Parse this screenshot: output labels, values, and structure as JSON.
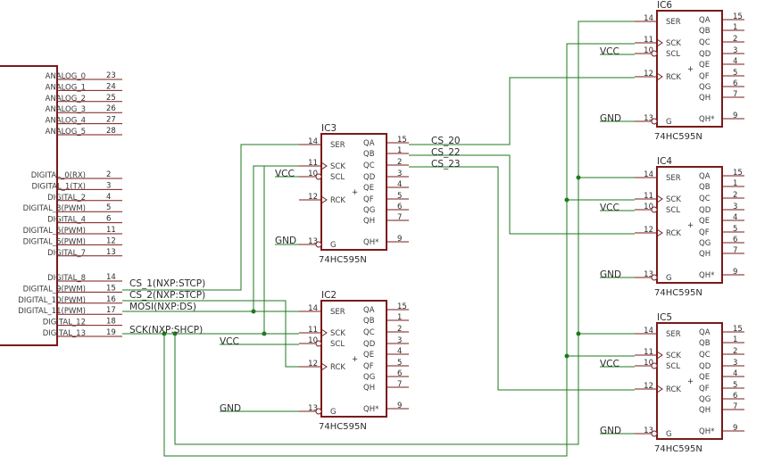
{
  "arduino": {
    "analog_pins": [
      {
        "name": "ANALOG_0",
        "num": "23"
      },
      {
        "name": "ANALOG_1",
        "num": "24"
      },
      {
        "name": "ANALOG_2",
        "num": "25"
      },
      {
        "name": "ANALOG_3",
        "num": "26"
      },
      {
        "name": "ANALOG_4",
        "num": "27"
      },
      {
        "name": "ANALOG_5",
        "num": "28"
      }
    ],
    "digital_pins": [
      {
        "name": "DIGITAL_0(RX)",
        "num": "2"
      },
      {
        "name": "DIGITAL_1(TX)",
        "num": "3"
      },
      {
        "name": "DIGITAL_2",
        "num": "4"
      },
      {
        "name": "DIGITAL_3(PWM)",
        "num": "5"
      },
      {
        "name": "DIGITAL_4",
        "num": "6"
      },
      {
        "name": "DIGITAL_5(PWM)",
        "num": "11"
      },
      {
        "name": "DIGITAL_6(PWM)",
        "num": "12"
      },
      {
        "name": "DIGITAL_7",
        "num": "13"
      }
    ],
    "spi_pins": [
      {
        "name": "DIGITAL_8",
        "num": "14"
      },
      {
        "name": "DIGITAL_9(PWM)",
        "num": "15"
      },
      {
        "name": "DIGITAL_10(PWM)",
        "num": "16"
      },
      {
        "name": "DIGITAL_11(PWM)",
        "num": "17"
      },
      {
        "name": "DIGITAL_12",
        "num": "18"
      },
      {
        "name": "DIGITAL_13",
        "num": "19"
      }
    ]
  },
  "chip": {
    "part": "74HC595N",
    "left_pins": [
      {
        "name": "SER",
        "num": "14"
      },
      {
        "name": "SCK",
        "num": "11"
      },
      {
        "name": "SCL",
        "num": "10"
      },
      {
        "name": "RCK",
        "num": "12"
      },
      {
        "name": "G",
        "num": "13"
      }
    ],
    "right_pins": [
      {
        "name": "QA",
        "num": "15"
      },
      {
        "name": "QB",
        "num": "1"
      },
      {
        "name": "QC",
        "num": "2"
      },
      {
        "name": "QD",
        "num": "3"
      },
      {
        "name": "QE",
        "num": "4"
      },
      {
        "name": "QF",
        "num": "5"
      },
      {
        "name": "QG",
        "num": "6"
      },
      {
        "name": "QH",
        "num": "7"
      },
      {
        "name": "QH*",
        "num": "9"
      }
    ]
  },
  "chips": [
    {
      "id": "ic3",
      "name": "IC3"
    },
    {
      "id": "ic2",
      "name": "IC2"
    },
    {
      "id": "ic6",
      "name": "IC6"
    },
    {
      "id": "ic4",
      "name": "IC4"
    },
    {
      "id": "ic5",
      "name": "IC5"
    }
  ],
  "nets": {
    "cs1": "CS_1(NXP:STCP)",
    "cs2": "CS_2(NXP:STCP)",
    "mosi": "MOSI(NXP:DS)",
    "sck": "SCK(NXP:SHCP)",
    "cs20": "CS_20",
    "cs22": "CS_22",
    "cs23": "CS_23",
    "vcc": "VCC",
    "gnd": "GND"
  },
  "colors": {
    "component": "#7a1a1a",
    "wire": "#1e7a1e",
    "text": "#2b2b2b"
  }
}
